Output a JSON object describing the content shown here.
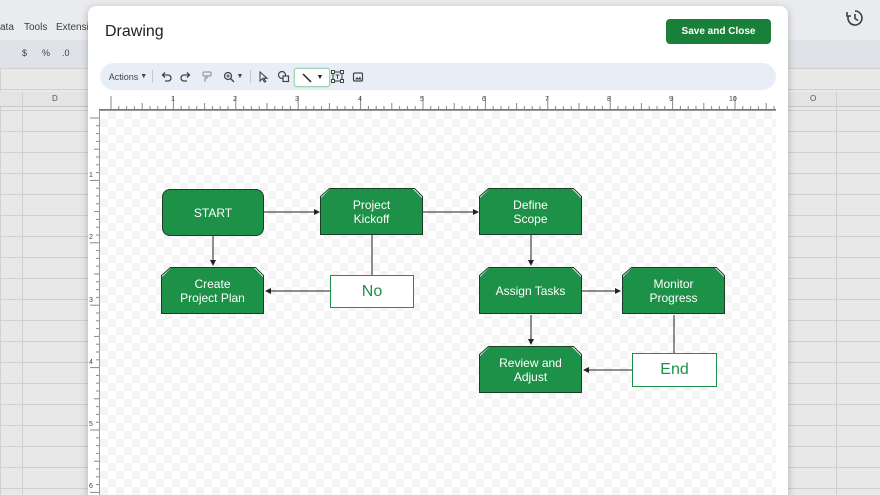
{
  "background": {
    "menu": [
      "ata",
      "Tools",
      "Extensi"
    ],
    "toolbar": [
      "$",
      "%",
      ".0"
    ],
    "columns": [
      "D",
      "O"
    ]
  },
  "dialog": {
    "title": "Drawing",
    "save_label": "Save and Close"
  },
  "toolbar": {
    "actions_label": "Actions",
    "items": [
      "undo-icon",
      "redo-icon",
      "paint-format-icon",
      "zoom-icon",
      "select-icon",
      "shape-icon",
      "line-icon",
      "text-box-icon",
      "image-icon"
    ]
  },
  "ruler": {
    "horizontal": [
      "1",
      "2",
      "3",
      "4",
      "5",
      "6",
      "7",
      "8",
      "9",
      "10"
    ],
    "vertical": [
      "1",
      "2",
      "3",
      "4",
      "5",
      "6"
    ]
  },
  "nodes": {
    "start": "START",
    "kickoff": "Project\nKickoff",
    "define": "Define\nScope",
    "plan": "Create\nProject Plan",
    "no": "No",
    "assign": "Assign Tasks",
    "monitor": "Monitor\nProgress",
    "review": "Review and\nAdjust",
    "end": "End"
  },
  "colors": {
    "node_fill": "#1e9148",
    "save_button": "#188038"
  }
}
